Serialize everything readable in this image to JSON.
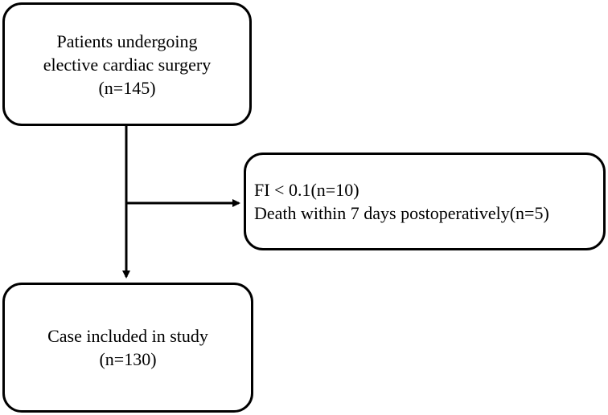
{
  "flowchart": {
    "start_box": {
      "lines": [
        "Patients undergoing",
        "elective cardiac surgery",
        "(n=145)"
      ]
    },
    "exclusion_box": {
      "lines": [
        "FI < 0.1(n=10)",
        "Death within 7 days postoperatively(n=5)"
      ]
    },
    "end_box": {
      "lines": [
        "Case included in study",
        "(n=130)"
      ]
    }
  }
}
